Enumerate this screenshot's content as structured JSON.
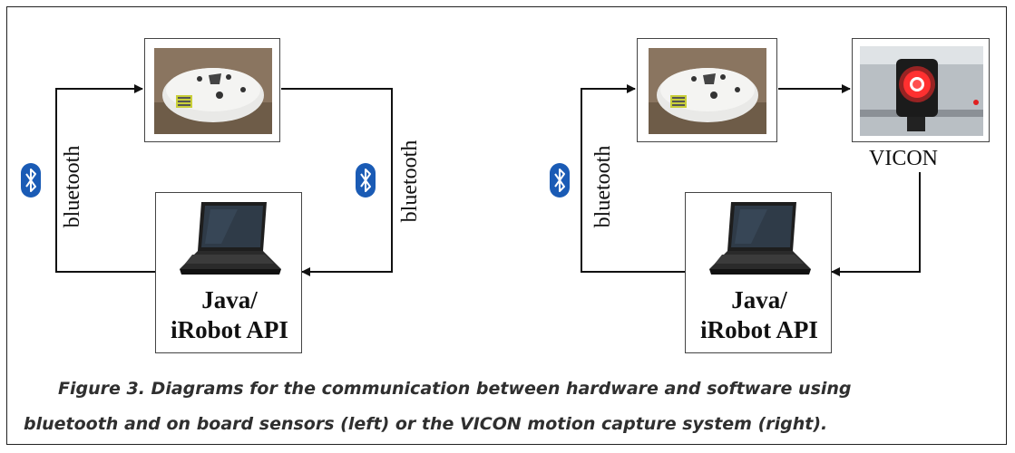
{
  "left_diagram": {
    "robot_icon": "irobot-create-photo",
    "laptop_icon": "laptop-photo",
    "bluetooth_icon": "bluetooth-icon",
    "link_label_left": "bluetooth",
    "link_label_right": "bluetooth",
    "software_label_line1": "Java/",
    "software_label_line2": "iRobot API"
  },
  "right_diagram": {
    "robot_icon": "irobot-create-photo",
    "camera_icon": "vicon-camera-photo",
    "laptop_icon": "laptop-photo",
    "bluetooth_icon": "bluetooth-icon",
    "link_label": "bluetooth",
    "camera_label": "VICON",
    "software_label_line1": "Java/",
    "software_label_line2": "iRobot API"
  },
  "caption": {
    "line1": "Figure 3. Diagrams for the communication between hardware and software using",
    "line2": "bluetooth and on board sensors (left) or the VICON motion capture system (right)."
  },
  "colors": {
    "bluetooth_blue": "#1a5bb5",
    "vicon_red": "#e02020",
    "line": "#111111"
  }
}
